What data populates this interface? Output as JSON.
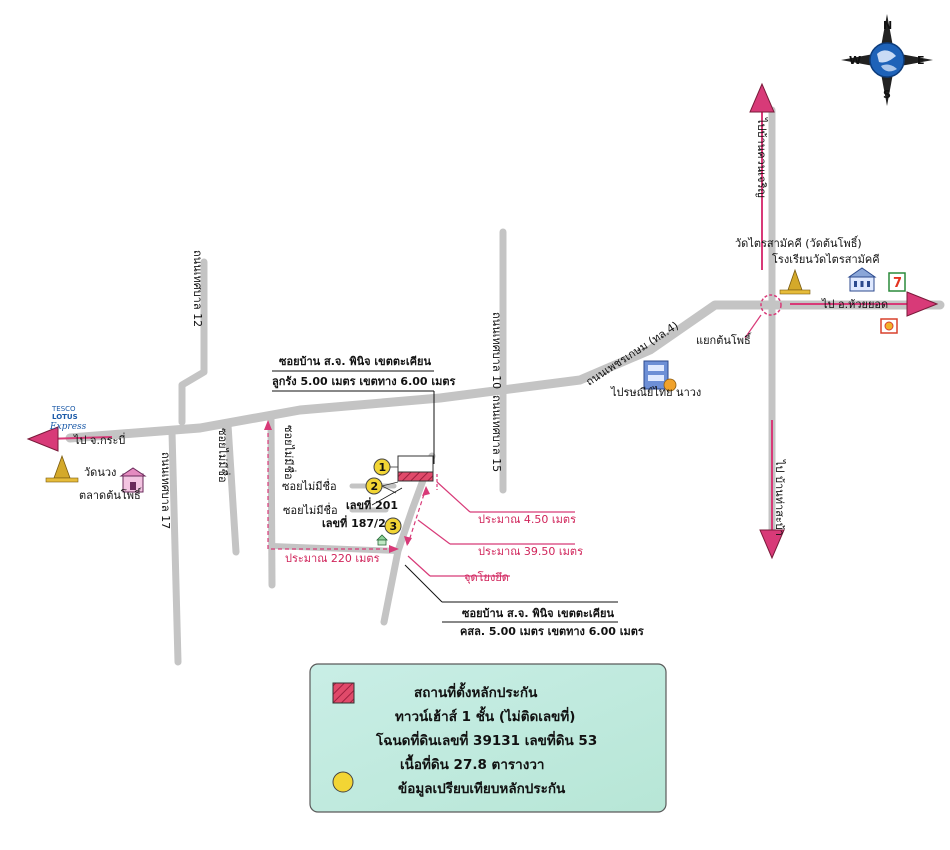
{
  "roads": {
    "to_krabi": "ไป จ.กระบี่",
    "to_huai_yot": "ไป อ.ห้วยยอด",
    "to_north": "ไปบ้านควนเจริญ",
    "to_south": "ไป บ้านท่าสะบ้า",
    "main_road": "ถนนเพชรเกษม (ทล.4)",
    "road_12": "ถนนเทศบาล 12",
    "road_10": "ถนนเทศบาล 10",
    "road_15": "ถนนเทศบาล 15",
    "road_17": "ถนนเทศบาล 17",
    "unnamed_soi": "ซอยไม่มีชื่อ",
    "soi_1": "ซอยไม่มีชื่อ",
    "soi_2": "ซอยไม่มีชื่อ"
  },
  "places": {
    "tesco": "TESCO",
    "tesco_sub": "LOTUS",
    "tesco_express": "Express",
    "wat_nuang": "วัดนวง",
    "talat_ton_pho": "ตลาดต้นโพธิ์",
    "post_office": "ไปรษณีย์ไทย นาวง",
    "wat_trai": "วัดไตรสามัคคี (วัดต้นโพธิ์)",
    "school": "โรงเรียนวัดไตรสามัคคี",
    "junction": "แยกต้นโพธิ์",
    "seven": "7"
  },
  "callouts": {
    "top_title": "ซอยบ้าน ส.จ. พินิจ เขตตะเคียน",
    "top_detail": "ลูกรัง 5.00 เมตร เขตทาง 6.00 เมตร",
    "bottom_title": "ซอยบ้าน ส.จ. พินิจ เขตตะเคียน",
    "bottom_detail": "คสล. 5.00 เมตร เขตทาง 6.00 เมตร",
    "dist_450": "ประมาณ 4.50 เมตร",
    "dist_3950": "ประมาณ 39.50 เมตร",
    "dist_220": "ประมาณ 220 เมตร",
    "anchor": "จุดโยงยึด",
    "house_201": "เลขที่ 201",
    "house_1872": "เลขที่ 187/2"
  },
  "comparables": [
    "1",
    "2",
    "3"
  ],
  "compass": {
    "n": "N",
    "s": "S",
    "e": "E",
    "w": "W"
  },
  "legend": {
    "line1": "สถานที่ตั้งหลักประกัน",
    "line2": "ทาวน์เฮ้าส์ 1 ชั้น (ไม่ติดเลขที่)",
    "line3": "โฉนดที่ดินเลขที่ 39131 เลขที่ดิน 53",
    "line4": "เนื้อที่ดิน 27.8 ตารางวา",
    "line5": "ข้อมูลเปรียบเทียบหลักประกัน"
  },
  "colors": {
    "road": "#c4c4c4",
    "arrow": "#d83a78",
    "callout_red": "#d0245a",
    "legend_bg": "#c2ecdf",
    "comparable": "#f2d534",
    "subject": "#e04a6a"
  }
}
